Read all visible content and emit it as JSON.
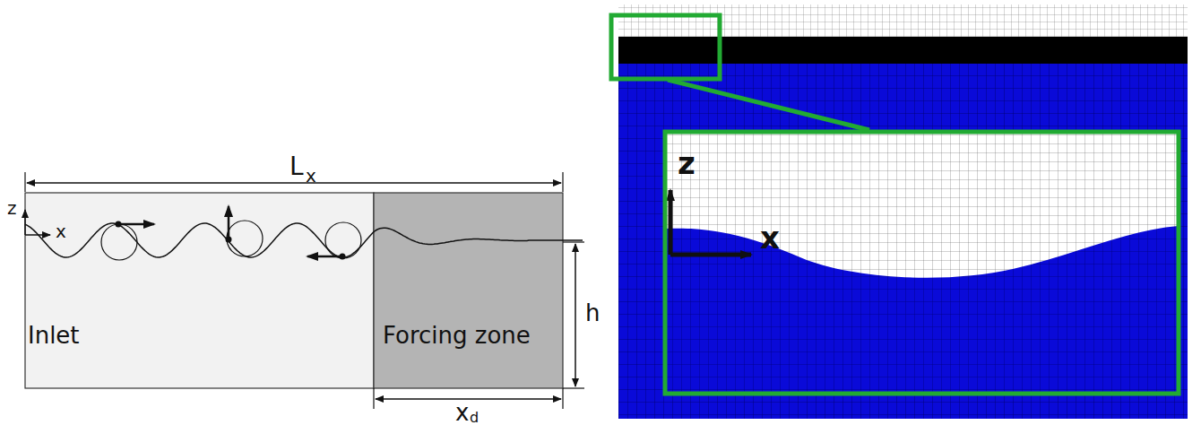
{
  "diagram": {
    "nodes": [
      {
        "text": [
          "Inlet"
        ]
      },
      {
        "text": [
          "Forcing zone"
        ]
      }
    ],
    "labels": [
      "L",
      "x",
      "z",
      "x",
      "h",
      "x",
      "d",
      "z",
      "x"
    ]
  }
}
